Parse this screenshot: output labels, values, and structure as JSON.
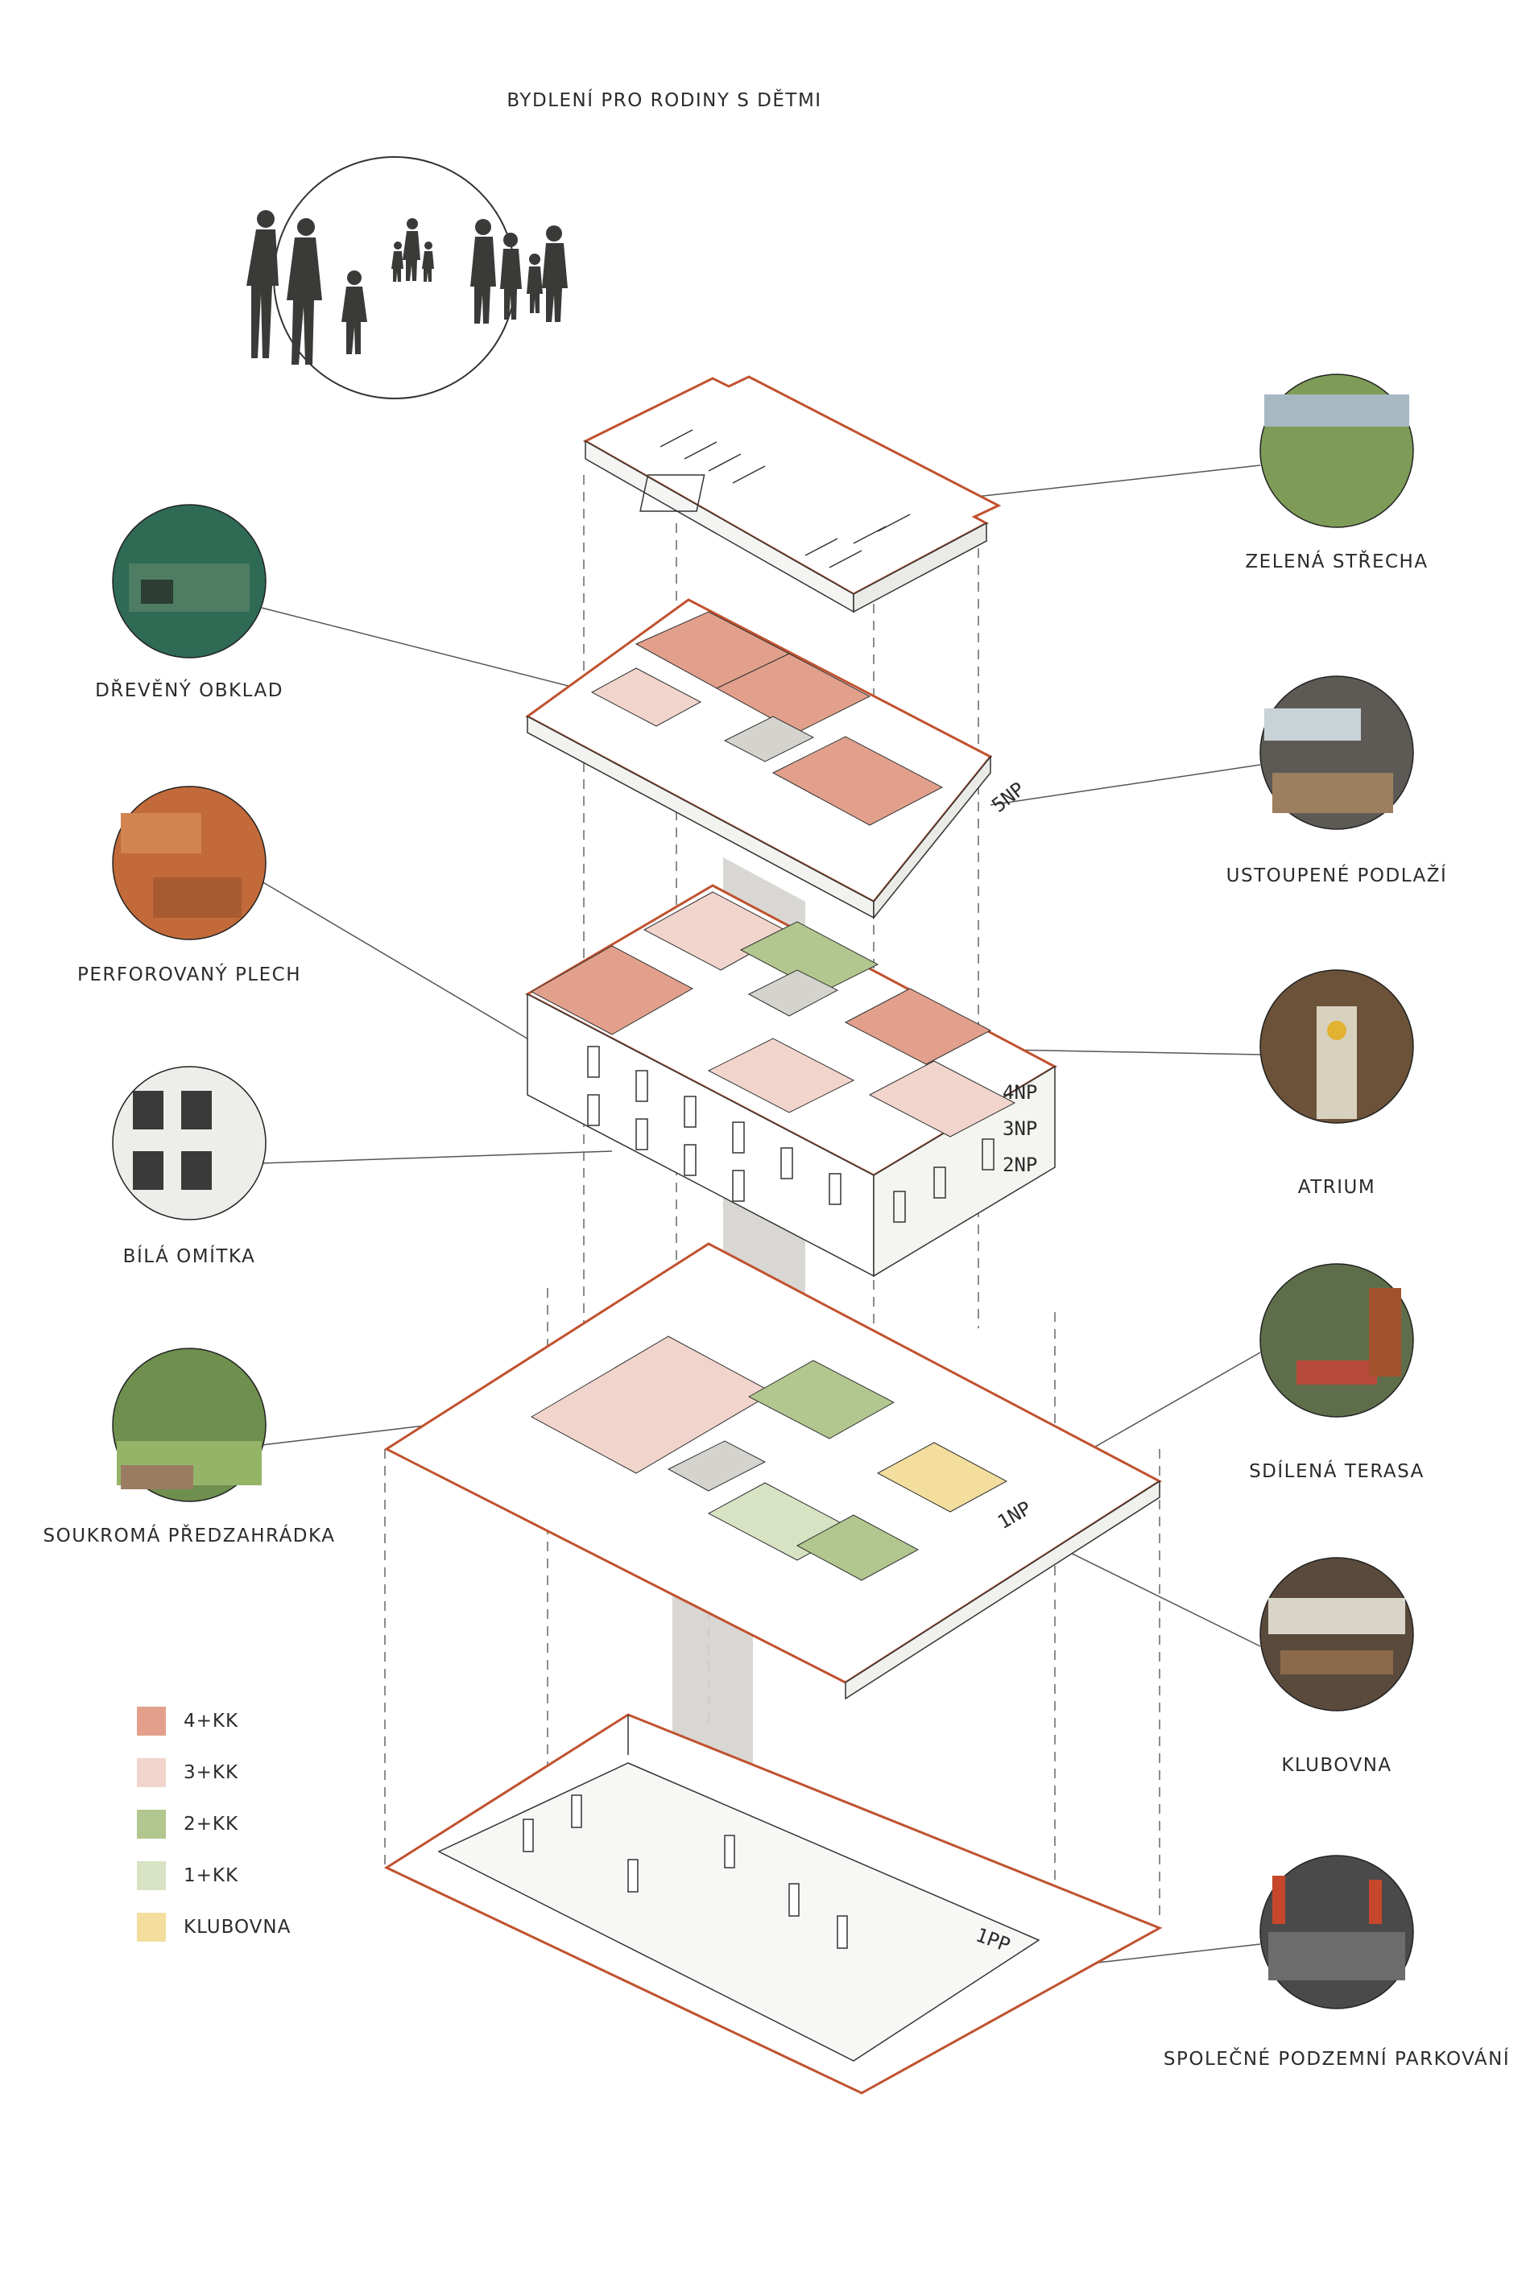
{
  "title": "BYDLENÍ PRO RODINY S DĚTMI",
  "left_callouts": [
    {
      "label": "DŘEVĚNÝ OBKLAD",
      "photo": "green-clad-courtyard"
    },
    {
      "label": "PERFOROVANÝ PLECH",
      "photo": "orange-perforated-balconies"
    },
    {
      "label": "BÍLÁ OMÍTKA",
      "photo": "white-render-facade"
    },
    {
      "label": "SOUKROMÁ PŘEDZAHRÁDKA",
      "photo": "private-front-garden"
    }
  ],
  "right_callouts": [
    {
      "label": "ZELENÁ STŘECHA",
      "photo": "green-roof"
    },
    {
      "label": "USTOUPENÉ PODLAŽÍ",
      "photo": "setback-floor-terrace"
    },
    {
      "label": "ATRIUM",
      "photo": "atrium-sunflower"
    },
    {
      "label": "SDÍLENÁ TERASA",
      "photo": "shared-terrace-table"
    },
    {
      "label": "KLUBOVNA",
      "photo": "club-room"
    },
    {
      "label": "SPOLEČNÉ PODZEMNÍ PARKOVÁNÍ",
      "photo": "underground-parking"
    }
  ],
  "floor_tags": {
    "f5": "5NP",
    "f4": "4NP",
    "f3": "3NP",
    "f2": "2NP",
    "f1": "1NP",
    "fb": "1PP"
  },
  "legend": [
    {
      "label": "4+KK",
      "color": "#E2A08C"
    },
    {
      "label": "3+KK",
      "color": "#F1D5CC"
    },
    {
      "label": "2+KK",
      "color": "#B2C78F"
    },
    {
      "label": "1+KK",
      "color": "#D8E3C4"
    },
    {
      "label": "KLUBOVNA",
      "color": "#F3DE9E"
    }
  ],
  "colors": {
    "outline": "#C0522F",
    "line": "#3a3a3a",
    "atrium": "#D5D3CE"
  }
}
